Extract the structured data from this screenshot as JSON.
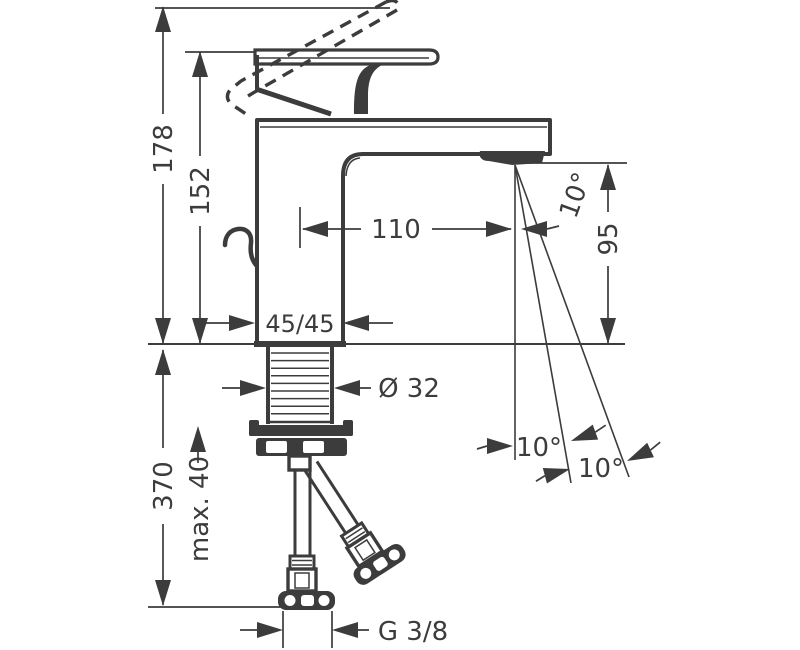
{
  "drawing": {
    "background": "#ffffff",
    "line_color": "#3c3c3c",
    "dimensions": {
      "overall_height": "178",
      "spout_height": "152",
      "spout_reach": "110",
      "outlet_height": "95",
      "body_section": "45/45",
      "shank_diameter": "Ø 32",
      "hose_length": "370",
      "max_deck_thickness": "max. 40",
      "connection_thread": "G 3/8",
      "jet_angle_top": "10°",
      "jet_angle_mid": "10°",
      "jet_angle_outer": "10°"
    }
  }
}
